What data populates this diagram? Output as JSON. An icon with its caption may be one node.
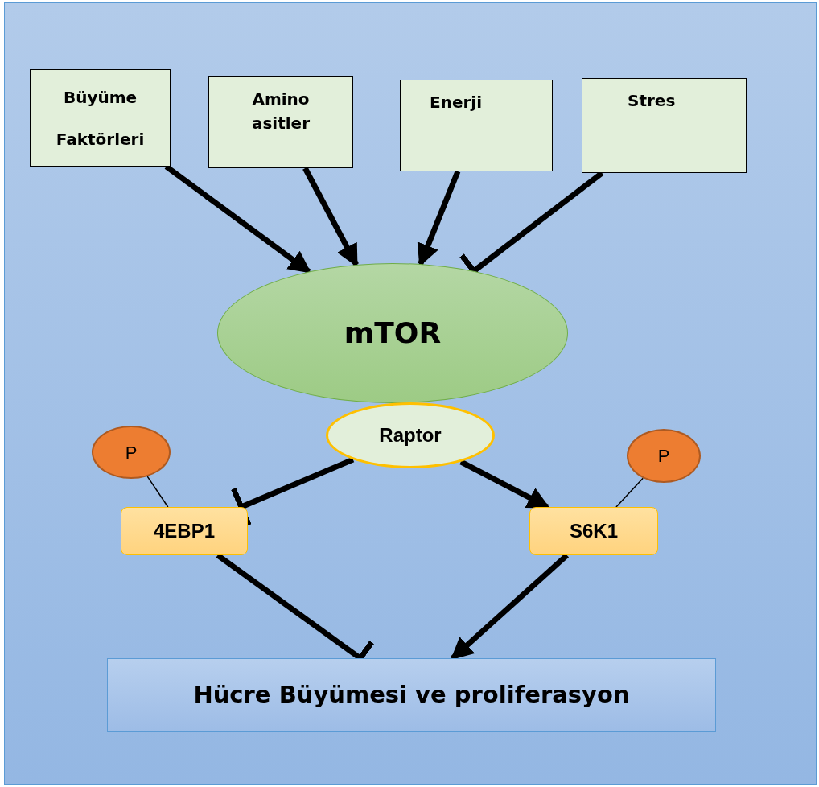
{
  "diagram": {
    "nodes": [
      {
        "text": [
          "Büyüme Faktörleri"
        ]
      },
      {
        "text": [
          "Amino asitler"
        ]
      },
      {
        "text": [
          "Enerji"
        ]
      },
      {
        "text": [
          "Stres"
        ]
      },
      {
        "text": [
          "mTOR"
        ]
      },
      {
        "text": [
          "Raptor"
        ]
      },
      {
        "text": [
          "P"
        ]
      },
      {
        "text": [
          "4EBP1"
        ]
      },
      {
        "text": [
          "P"
        ]
      },
      {
        "text": [
          "S6K1"
        ]
      },
      {
        "text": [
          "Hücre Büyümesi ve proliferasyon"
        ]
      }
    ],
    "edges": [
      {
        "from": 0,
        "to": 4,
        "arrow": "to"
      },
      {
        "from": 1,
        "to": 4,
        "arrow": "to"
      },
      {
        "from": 2,
        "to": 4,
        "arrow": "to"
      },
      {
        "from": 3,
        "to": 4,
        "arrow": "other"
      },
      {
        "from": 5,
        "to": 7,
        "arrow": "other"
      },
      {
        "from": 5,
        "to": 9,
        "arrow": "to"
      },
      {
        "from": 6,
        "to": 7,
        "arrow": "none"
      },
      {
        "from": 8,
        "to": 9,
        "arrow": "none"
      },
      {
        "from": 7,
        "to": 10,
        "arrow": "other"
      },
      {
        "from": 9,
        "to": 10,
        "arrow": "to"
      }
    ]
  }
}
